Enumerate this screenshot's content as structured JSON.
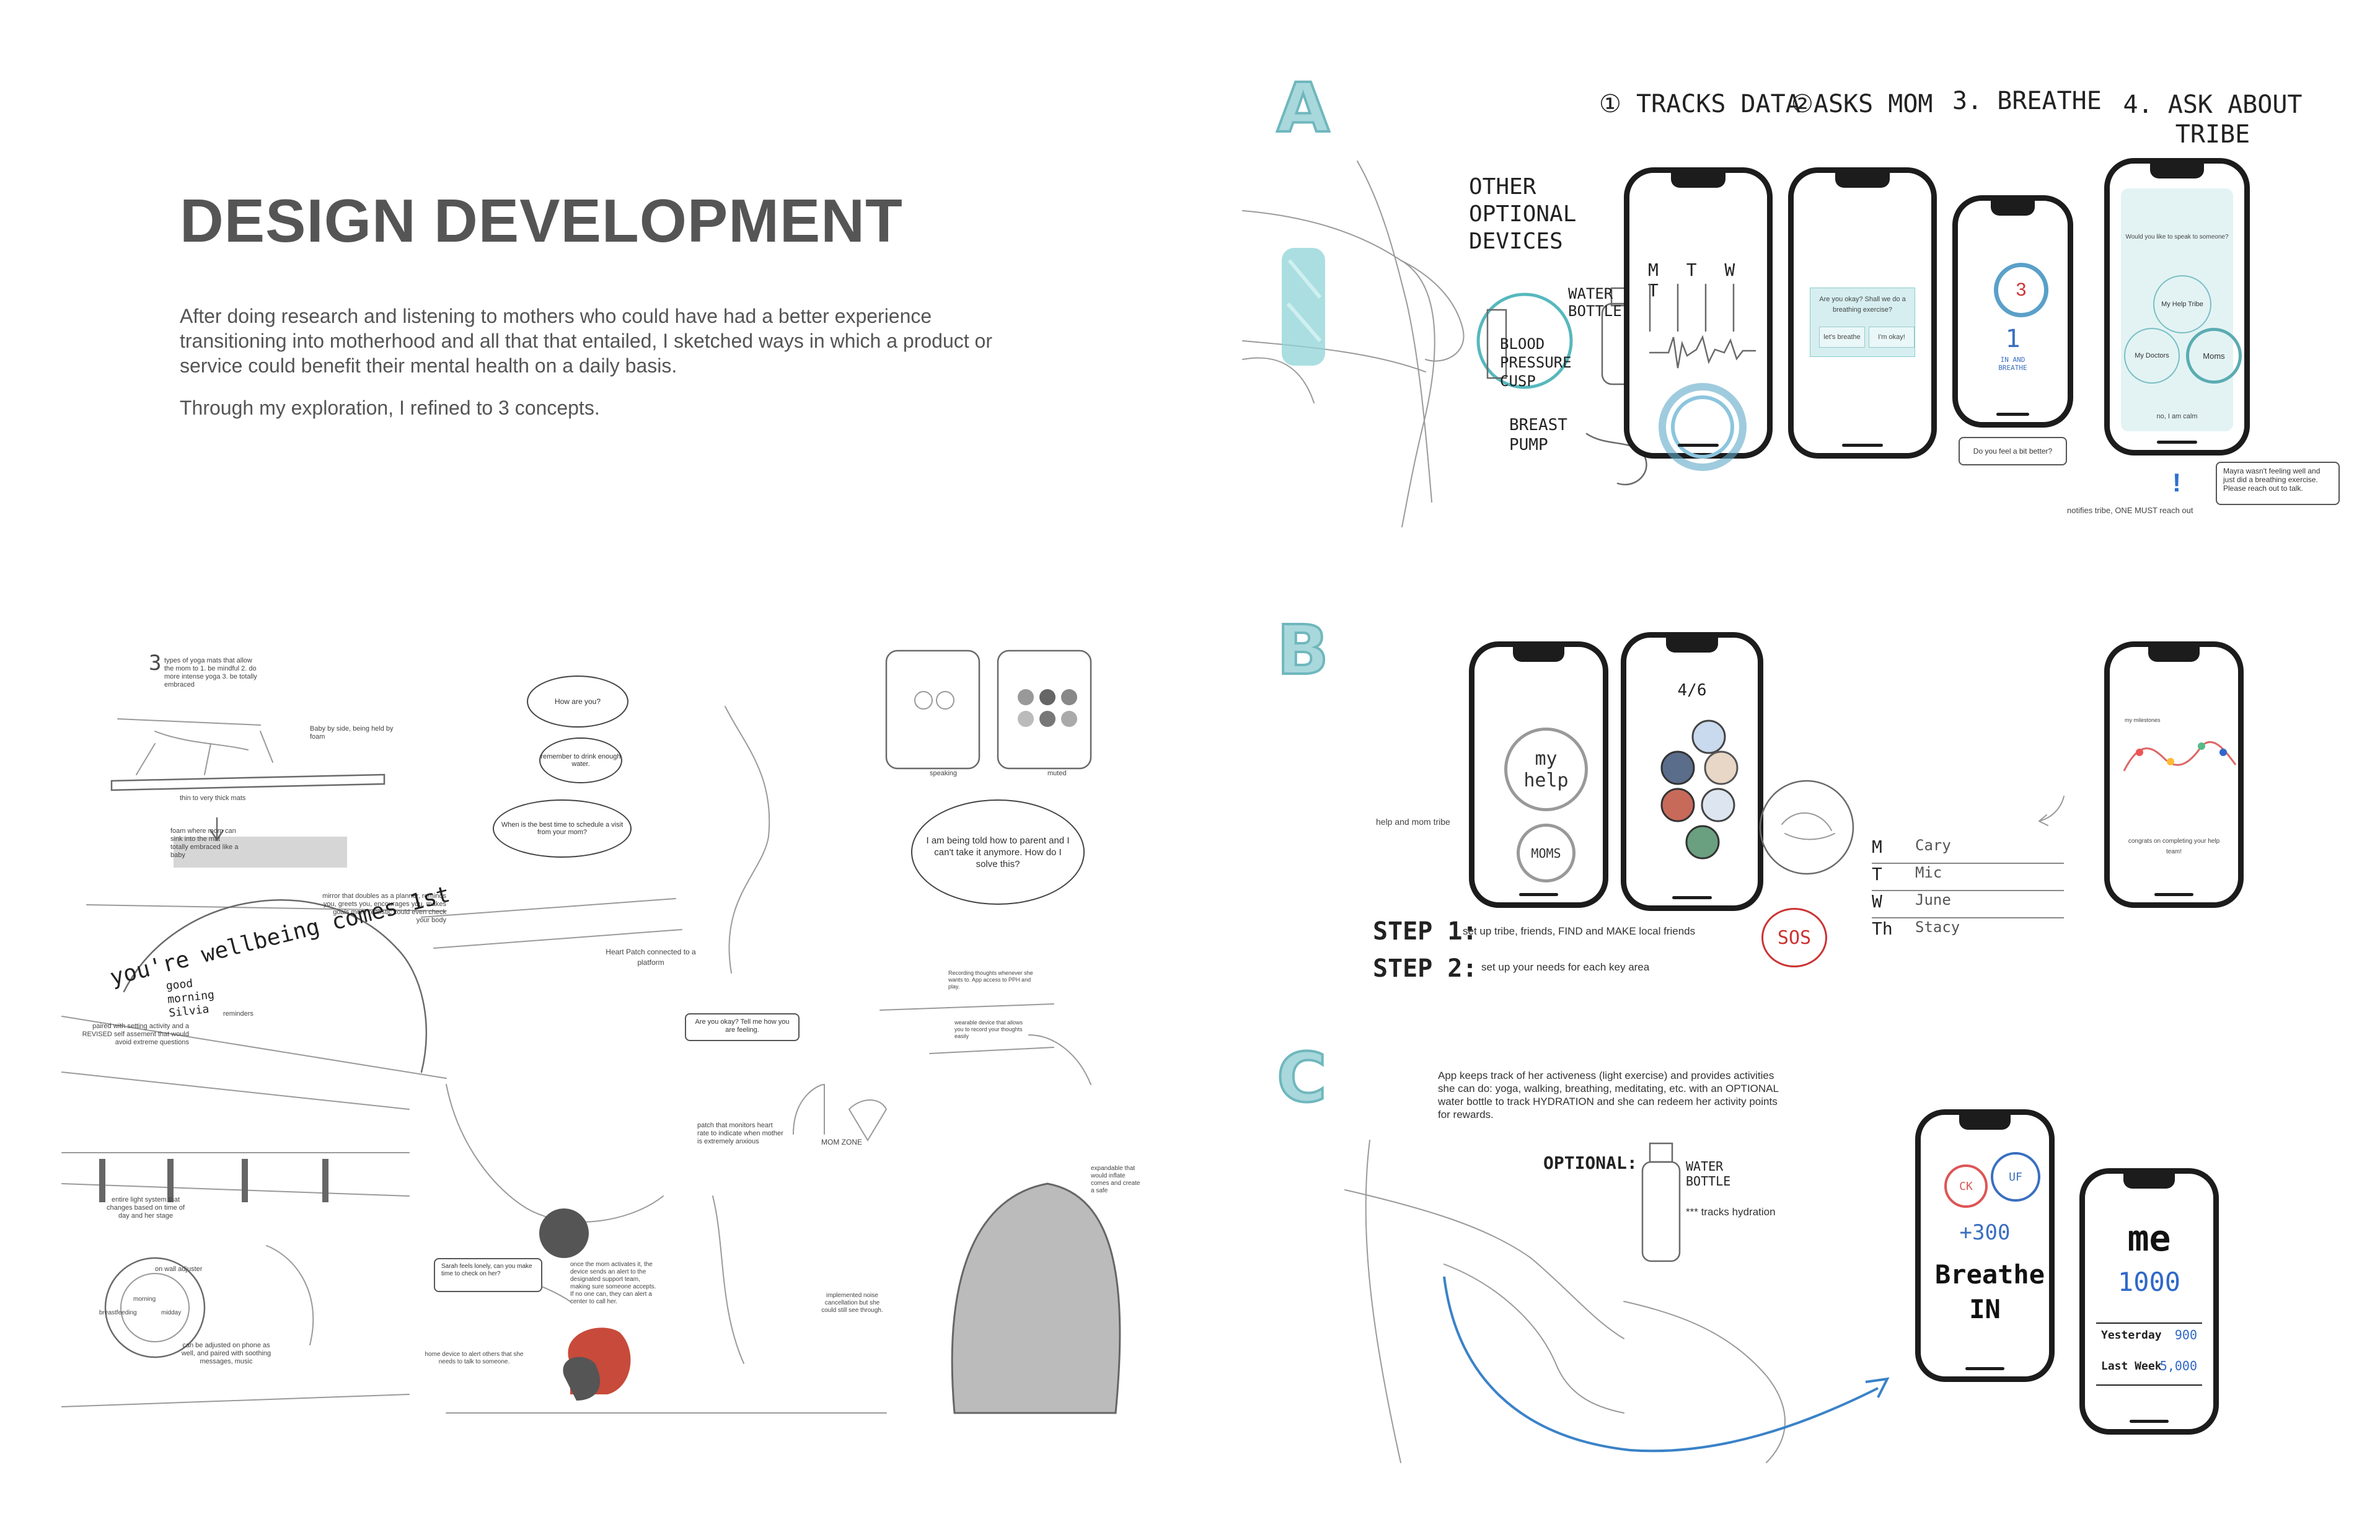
{
  "header": {
    "title": "DESIGN DEVELOPMENT",
    "intro": "After doing research and listening to mothers who could have had a better experience transitioning into motherhood and all that that entailed, I sketched ways in which a product or service could benefit their mental health on a daily basis.",
    "concepts_note": "Through my exploration, I refined to 3 concepts."
  },
  "concept_a": {
    "letter": "A",
    "steps": [
      "① TRACKS DATA",
      "②ASKS MOM",
      "3. BREATHE",
      "4. ASK ABOUT TRIBE"
    ],
    "devices_label": "OTHER OPTIONAL DEVICES",
    "water_bottle": "WATER BOTTLE",
    "blood_pressure": "BLOOD PRESSURE CUSP",
    "breast_pump": "BREAST PUMP",
    "days": "M T W T",
    "ask_mom_question": "Are you okay? Shall we do a breathing exercise?",
    "ask_mom_yes": "let's breathe",
    "ask_mom_no": "I'm okay!",
    "breathe_count": "3",
    "breathe_num": "1",
    "breathe_sub": "IN AND BREATHE",
    "feel_better": "Do you feel a bit better?",
    "tribe_question": "Would you like to speak to someone?",
    "tribe_options": [
      "My Help Tribe",
      "My Doctors",
      "Moms"
    ],
    "tribe_decline": "no, I am calm",
    "notify_message": "Mayra wasn't feeling well and just did a breathing exercise. Please reach out to talk.",
    "notify_caption": "notifies tribe, ONE MUST reach out",
    "exclaim": "!"
  },
  "concept_b": {
    "letter": "B",
    "help_circle": "my help",
    "moms_circle": "MOMS",
    "help_caption": "help and mom tribe",
    "fraction": "4/6",
    "step1_label": "STEP 1:",
    "step1_text": "set up tribe, friends, FIND and MAKE local friends",
    "step2_label": "STEP 2:",
    "step2_text": "set up your needs for each key area",
    "sos": "SOS",
    "schedule": [
      {
        "day": "M",
        "name": "Cary"
      },
      {
        "day": "T",
        "name": "Mic"
      },
      {
        "day": "W",
        "name": "June"
      },
      {
        "day": "Th",
        "name": "Stacy"
      }
    ],
    "milestones_title": "my milestones",
    "congrats": "congrats on completing your help team!"
  },
  "concept_c": {
    "letter": "C",
    "description": "App keeps track of her activeness (light exercise) and provides activities she can do: yoga, walking, breathing, meditating, etc. with an OPTIONAL water bottle to track HYDRATION and she can redeem her activity points for rewards.",
    "optional_label": "OPTIONAL:",
    "water_bottle": "WATER BOTTLE",
    "hydration_note": "*** tracks hydration",
    "points": "+300",
    "breathe": "Breathe IN",
    "user": "me",
    "total": "1000",
    "yesterday_label": "Yesterday",
    "yesterday_val": "900",
    "lastweek_label": "Last Week",
    "lastweek_val": "5,000"
  },
  "sketches": {
    "yoga_note": "types of yoga mats that allow the mom to 1. be mindful 2. do more intense yoga 3. be totally embraced",
    "yoga_num": "3",
    "baby_note": "Baby by side, being held by foam",
    "mats_note": "thin to very thick mats",
    "foam_note": "foam where mom can sink into the mat totally embraced like a baby",
    "mirror_note": "mirror that doubles as a planner, reminds you, greets you, encourages you, makes goals more realistic could even check your body",
    "mirror_text": "you're wellbeing comes 1st",
    "mirror_good": "good morning Silvia",
    "reminders": "reminders",
    "paired_note": "paired with setting activity and a REVISED self assement that would avoid extreme questions",
    "how_are_you": "How are you?",
    "remember_water": "remember to drink enough water.",
    "visit_mom": "When is the best time to schedule a visit from your mom?",
    "speaking": "speaking",
    "muted": "muted",
    "parent_bubble": "I am being told how to parent and I can't take it anymore. How do I solve this?",
    "heart_patch": "Heart Patch connected to a platform",
    "are_you_okay": "Are you okay? Tell me how you are feeling.",
    "patch_note": "patch that monitors heart rate to indicate when mother is extremely anxious",
    "recording_note": "Recording thoughts whenever she wants to. App access to PPH and play.",
    "wearable_note": "wearable device that allows you to record your thoughts easily",
    "mom_zone": "MOM ZONE",
    "light_note": "entire light system that changes based on time of day and her stage",
    "wall_adjuster": "on wall adjuster",
    "dial_morning": "morning",
    "dial_feeding": "breastfeeding",
    "dial_midday": "midday",
    "adjust_note": "can be adjusted on phone as well, and paired with soothing messages, music",
    "sarah_note": "Sarah feels lonely, can you make time to check on her?",
    "mom_activates": "once the mom activates it, the device sends an alert to the designated support team, making sure someone accepts. If no one can, they can alert a center to call her.",
    "home_device": "home device to alert others that she needs to talk to someone.",
    "noise_cancel": "implemented noise cancellation but she could still see through.",
    "expandable": "expandable that would inflate comes and create a safe"
  }
}
